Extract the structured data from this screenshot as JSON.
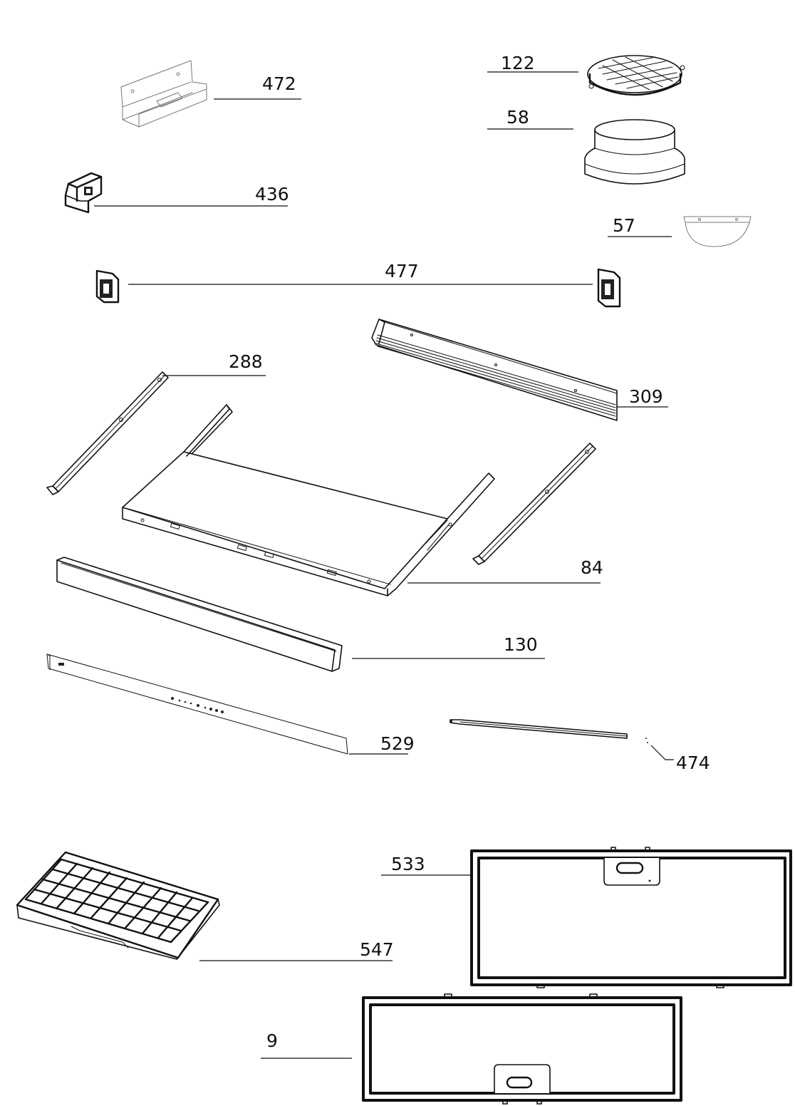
{
  "parts": [
    {
      "id": "p472",
      "label": "472"
    },
    {
      "id": "p122",
      "label": "122"
    },
    {
      "id": "p58",
      "label": "58"
    },
    {
      "id": "p436",
      "label": "436"
    },
    {
      "id": "p57",
      "label": "57"
    },
    {
      "id": "p477",
      "label": "477"
    },
    {
      "id": "p288",
      "label": "288"
    },
    {
      "id": "p309",
      "label": "309"
    },
    {
      "id": "p84",
      "label": "84"
    },
    {
      "id": "p130",
      "label": "130"
    },
    {
      "id": "p529",
      "label": "529"
    },
    {
      "id": "p474",
      "label": "474"
    },
    {
      "id": "p533",
      "label": "533"
    },
    {
      "id": "p547",
      "label": "547"
    },
    {
      "id": "p9",
      "label": "9"
    }
  ]
}
